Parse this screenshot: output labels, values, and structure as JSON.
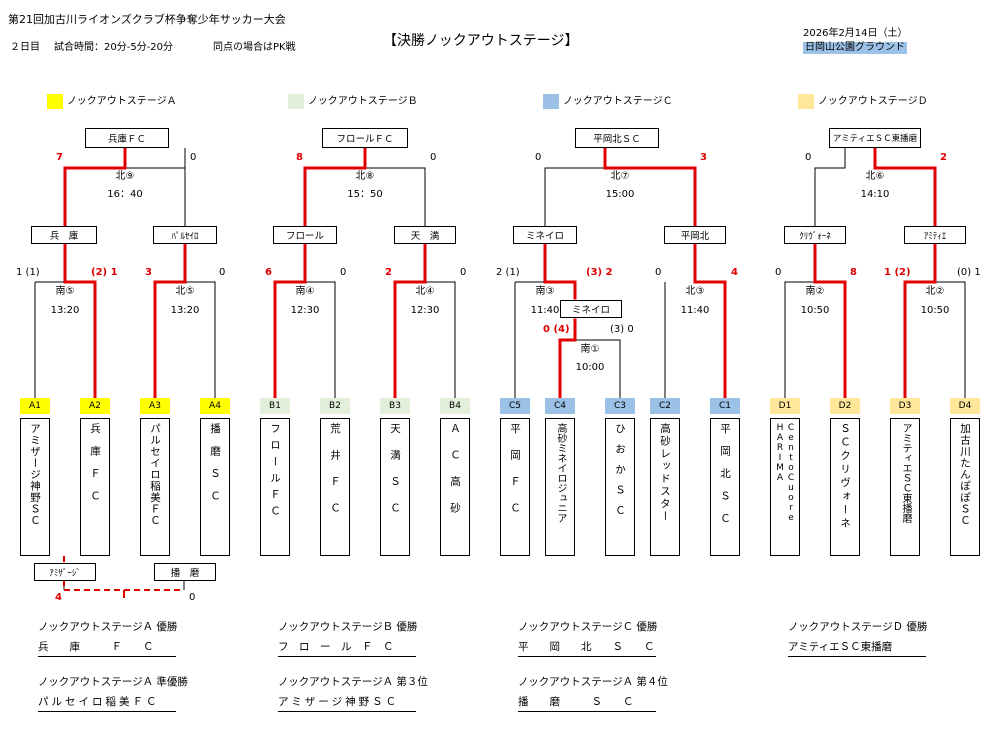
{
  "header": {
    "title": "第21回加古川ライオンズクラブ杯争奪少年サッカー大会",
    "day": "２日目",
    "match_time": "試合時間：20分-5分-20分",
    "pk_rule": "同点の場合はPK戦",
    "stage_title": "【決勝ノックアウトステージ】",
    "date": "2026年2月14日（土）",
    "venue": "日岡山公園グラウンド"
  },
  "colors": {
    "A": "#ffff00",
    "B": "#e2efda",
    "C": "#9bc2e6",
    "D": "#ffe699",
    "win": "#e00000"
  },
  "legend": [
    "ノックアウトステージＡ",
    "ノックアウトステージＢ",
    "ノックアウトステージＣ",
    "ノックアウトステージＤ"
  ],
  "stageA": {
    "final_winner": "兵庫ＦＣ",
    "final_score_l": "7",
    "final_score_r": "0",
    "final_label": "北⑨",
    "final_time": "16：40",
    "semi_l_box": "兵　庫",
    "semi_r_box": "ﾊﾟﾙｾｲﾛ",
    "m1_label": "南⑤",
    "m1_time": "13:20",
    "m1_sl": "1 (1)",
    "m1_sr_pk": "(2)",
    "m1_sr": " 1",
    "m2_label": "北⑤",
    "m2_time": "13:20",
    "m2_sl": "3",
    "m2_sr": "0",
    "teams": [
      {
        "code": "A1",
        "name": "アミザージ神野ＳＣ"
      },
      {
        "code": "A2",
        "name": "兵庫ＦＣ"
      },
      {
        "code": "A3",
        "name": "パルセイロ稲美ＦＣ"
      },
      {
        "code": "A4",
        "name": "播磨ＳＣ"
      }
    ],
    "third_l": "ｱﾐｻﾞｰｼﾞ",
    "third_r": "播　磨",
    "third_sl": "4",
    "third_sr": "0"
  },
  "stageB": {
    "final_winner": "フロールＦＣ",
    "final_score_l": "8",
    "final_score_r": "0",
    "final_label": "北⑧",
    "final_time": "15：50",
    "semi_l_box": "フロール",
    "semi_r_box": "天　満",
    "m1_label": "南④",
    "m1_time": "12:30",
    "m1_sl": "6",
    "m1_sr": "0",
    "m2_label": "北④",
    "m2_time": "12:30",
    "m2_sl": "2",
    "m2_sr": "0",
    "teams": [
      {
        "code": "B1",
        "name": "フロールＦＣ"
      },
      {
        "code": "B2",
        "name": "荒井ＦＣ"
      },
      {
        "code": "B3",
        "name": "天満ＳＣ"
      },
      {
        "code": "B4",
        "name": "ＡＣ高砂"
      }
    ]
  },
  "stageC": {
    "final_winner": "平岡北ＳＣ",
    "final_score_l": "0",
    "final_score_r": "3",
    "final_label": "北⑦",
    "final_time": "15:00",
    "semi_l_box": "ミネイロ",
    "semi_r_box": "平岡北",
    "m1_label": "南③",
    "m1_time": "11:40",
    "m1_sl": "2 (1)",
    "m1_sr_pk": "(3)",
    "m1_sr": " 2",
    "m1_box": "ミネイロ",
    "m0_label": "南①",
    "m0_time": "10:00",
    "m0_sl_pk": "0 (4)",
    "m0_sr": "(3) 0",
    "m2_label": "北③",
    "m2_time": "11:40",
    "m2_sl": "0",
    "m2_sr": "4",
    "teams": [
      {
        "code": "C5",
        "name": "平岡ＦＣ"
      },
      {
        "code": "C4",
        "name": "高砂ミネイロジュニア"
      },
      {
        "code": "C3",
        "name": "ひおかＳＣ"
      },
      {
        "code": "C2",
        "name": "高砂レッドスター"
      },
      {
        "code": "C1",
        "name": "平岡北ＳＣ"
      }
    ]
  },
  "stageD": {
    "final_winner": "アミティエＳＣ東播磨",
    "final_score_l": "0",
    "final_score_r": "2",
    "final_label": "北⑥",
    "final_time": "14:10",
    "semi_l_box": "ｸﾘｳﾞｫｰﾈ",
    "semi_r_box": "ｱﾐﾃｨｴ",
    "m1_label": "南②",
    "m1_time": "10:50",
    "m1_sl": "0",
    "m1_sr": "8",
    "m2_label": "北②",
    "m2_time": "10:50",
    "m2_sl_a": "1 ",
    "m2_sl_pk": "(2)",
    "m2_sr": "(0) 1",
    "teams": [
      {
        "code": "D1",
        "name": "CentoCuore HARIMA"
      },
      {
        "code": "D2",
        "name": "ＳＣクリヴォーネ"
      },
      {
        "code": "D3",
        "name": "アミティエＳＣ東播磨"
      },
      {
        "code": "D4",
        "name": "加古川たんぽぽＳＣ"
      }
    ]
  },
  "results": [
    {
      "label": "ノックアウトステージＡ 優勝",
      "team": "兵　　庫　　　Ｆ　　Ｃ"
    },
    {
      "label": "ノックアウトステージＢ 優勝",
      "team": "フ　ロ　ー　ル　Ｆ　Ｃ"
    },
    {
      "label": "ノックアウトステージＣ 優勝",
      "team": "平　　岡　　北　　Ｓ　　Ｃ"
    },
    {
      "label": "ノックアウトステージＤ 優勝",
      "team": "アミティエＳＣ東播磨"
    },
    {
      "label": "ノックアウトステージＡ 準優勝",
      "team": "パルセイロ稲美ＦＣ"
    },
    {
      "label": "ノックアウトステージＡ 第３位",
      "team": "アミザージ神野ＳＣ"
    },
    {
      "label": "ノックアウトステージＡ 第４位",
      "team": "播　　磨　　　Ｓ　　Ｃ"
    }
  ]
}
